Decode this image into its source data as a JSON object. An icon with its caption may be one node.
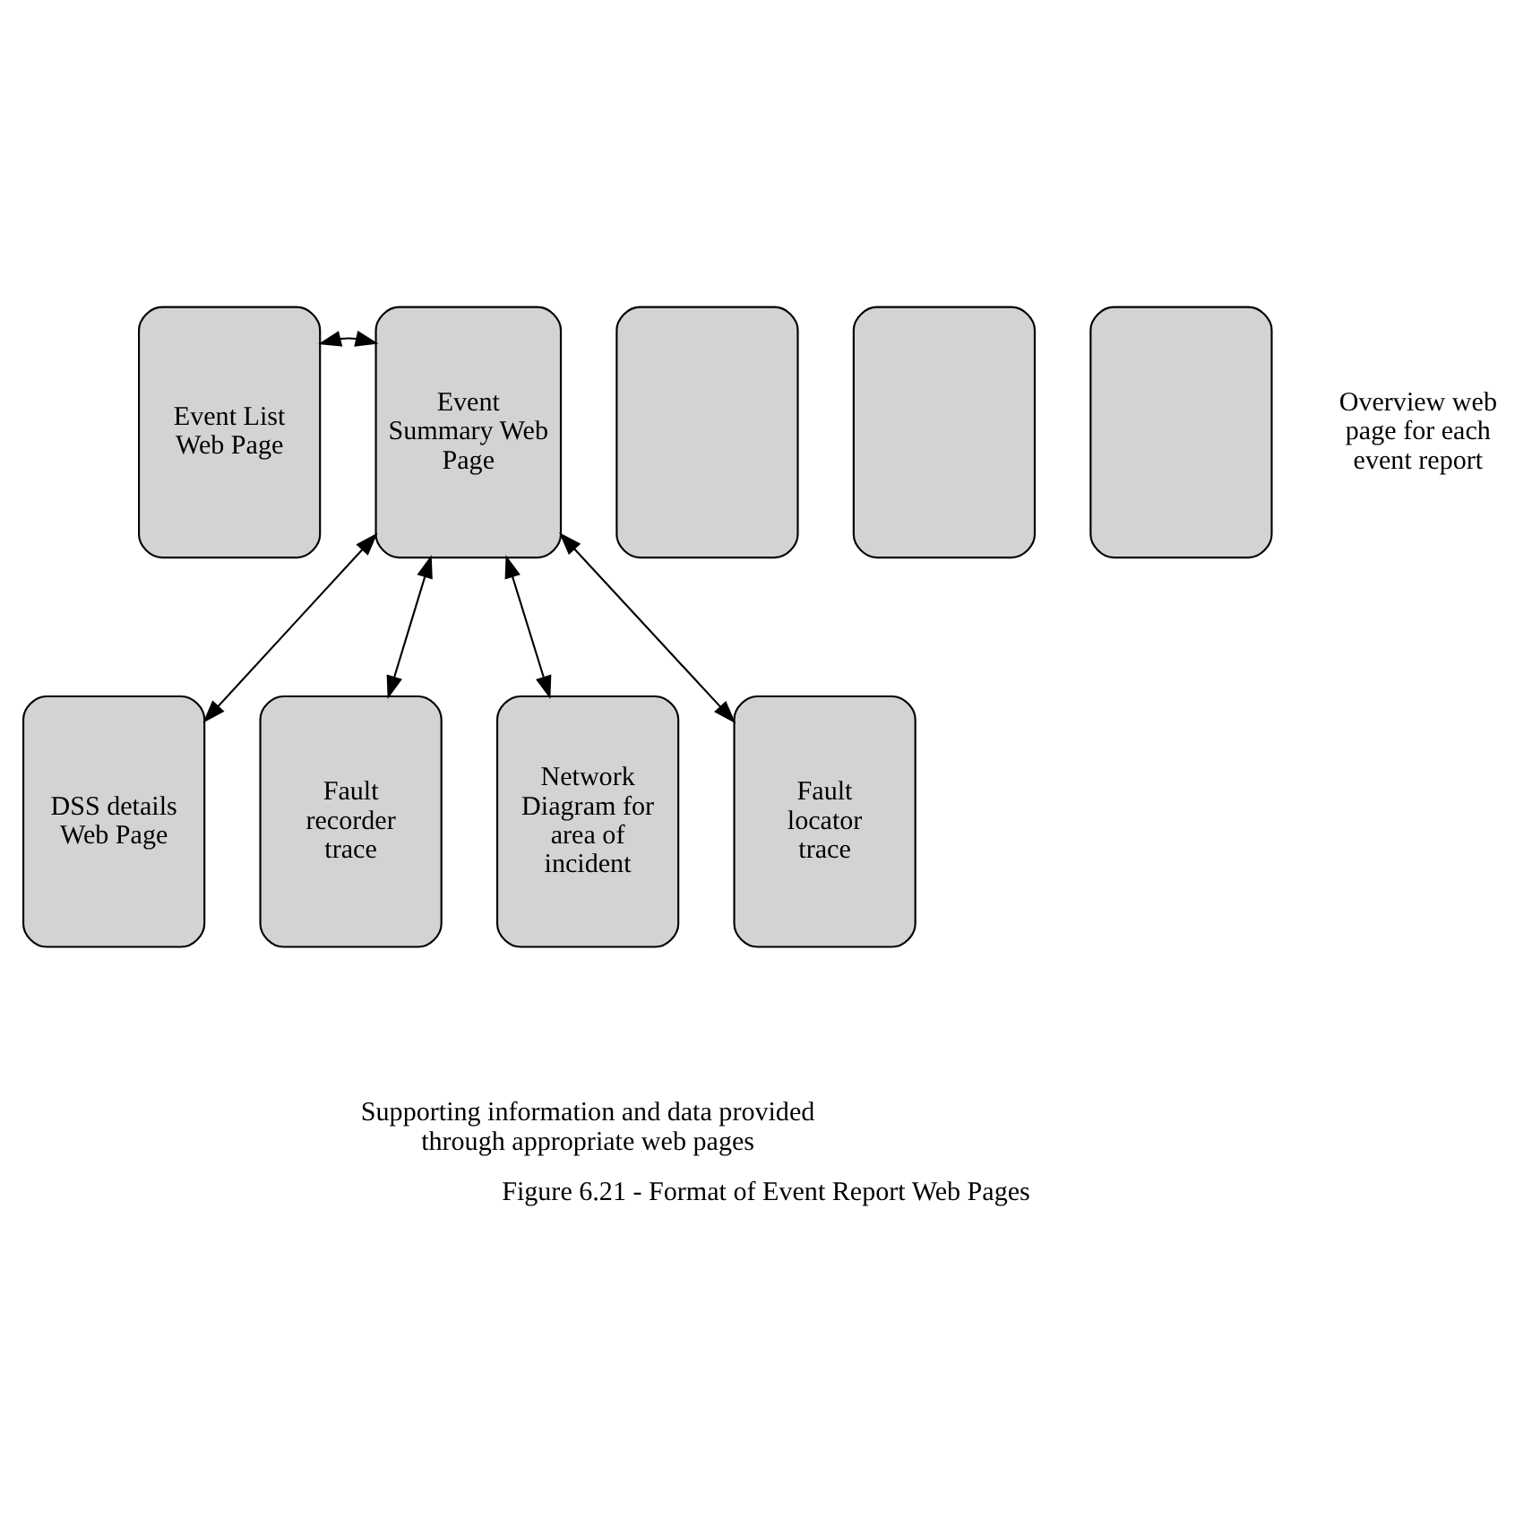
{
  "diagram": {
    "caption": "Figure 6.21 - Format of Event Report Web Pages",
    "nodes": [
      {
        "text": [
          "Event List Web Page"
        ]
      },
      {
        "text": [
          "Event Summary Web Page"
        ]
      },
      {
        "text": [],
        "shape": "box"
      },
      {
        "text": [],
        "shape": "box"
      },
      {
        "text": [],
        "shape": "box",
        "beside": [
          "Overview web page for each event report"
        ]
      },
      {
        "text": [
          "DSS details Web Page"
        ]
      },
      {
        "text": [
          "Fault recorder trace"
        ]
      },
      {
        "text": [
          "Network Diagram for area of incident"
        ]
      },
      {
        "text": [
          "Fault locator trace"
        ]
      }
    ],
    "edges": [
      {
        "from": 0,
        "to": 1,
        "arrow": "both"
      },
      {
        "from": 1,
        "to": 5,
        "arrow": "both"
      },
      {
        "from": 1,
        "to": 6,
        "arrow": "both"
      },
      {
        "from": 1,
        "to": 7,
        "arrow": "both"
      },
      {
        "from": 1,
        "to": 8,
        "arrow": "both"
      }
    ],
    "labels": [
      "Supporting information and data provided through appropriate web pages"
    ]
  }
}
